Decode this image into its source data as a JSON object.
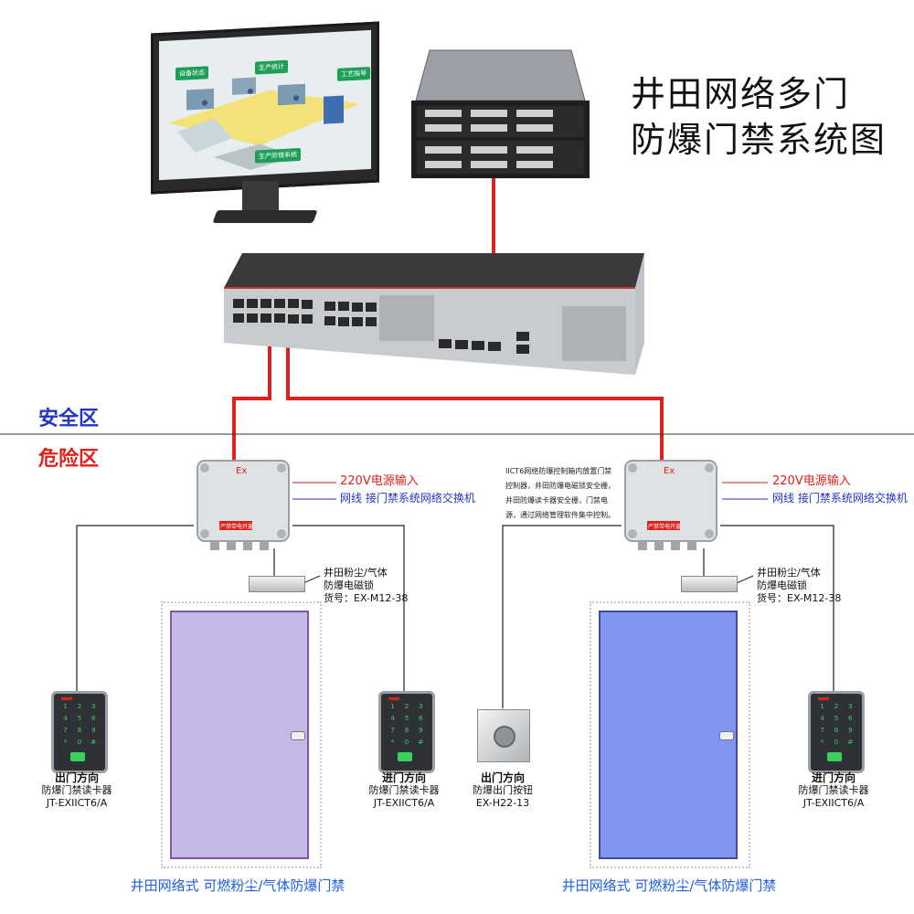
{
  "title": {
    "line1": "井田网络多门",
    "line2": "防爆门禁系统图"
  },
  "zones": {
    "safe": "安全区",
    "danger": "危险区"
  },
  "monitor": {
    "tabs": [
      "设备状态",
      "生产统计",
      "工艺指导",
      "生产防错系统"
    ]
  },
  "controller_left": {
    "power": "220V电源输入",
    "network": "网线 接门禁系统网络交换机",
    "ex_label": "Ex",
    "plate": "严禁带电开盖"
  },
  "controller_right": {
    "power": "220V电源输入",
    "network": "网线 接门禁系统网络交换机",
    "ex_label": "Ex",
    "plate": "严禁带电开盖"
  },
  "note": {
    "lines": [
      "IICT6网络防爆控制箱内放置门禁",
      "控制器，井田防爆电磁锁安全栅，",
      "井田防爆读卡器安全栅，门禁电",
      "源，通过网络管理软件集中控制。"
    ]
  },
  "lock_left": {
    "line1": "井田粉尘/气体",
    "line2": "防爆电磁锁",
    "line3": "货号：EX-M12-38"
  },
  "lock_right": {
    "line1": "井田粉尘/气体",
    "line2": "防爆电磁锁",
    "line3": "货号：EX-M12-38"
  },
  "reader_left_out": {
    "direction": "出门方向",
    "name": "防爆门禁读卡器",
    "model": "JT-EXIICT6/A"
  },
  "reader_left_in": {
    "direction": "进门方向",
    "name": "防爆门禁读卡器",
    "model": "JT-EXIICT6/A"
  },
  "button_right": {
    "direction": "出门方向",
    "name": "防爆出门按钮",
    "model": "EX-H22-13"
  },
  "reader_right_in": {
    "direction": "进门方向",
    "name": "防爆门禁读卡器",
    "model": "JT-EXIICT6/A"
  },
  "keypad_keys": [
    "1",
    "2",
    "3",
    "4",
    "5",
    "6",
    "7",
    "8",
    "9",
    "*",
    "0",
    "#"
  ],
  "caption_left": "井田网络式 可燃粉尘/气体防爆门禁",
  "caption_right": "井田网络式 可燃粉尘/气体防爆门禁",
  "colors": {
    "cable": "#e0201b",
    "wire": "#222222",
    "door_left": "#c5b8e6",
    "door_right": "#7f95f0",
    "caption": "#1f5fe0"
  }
}
